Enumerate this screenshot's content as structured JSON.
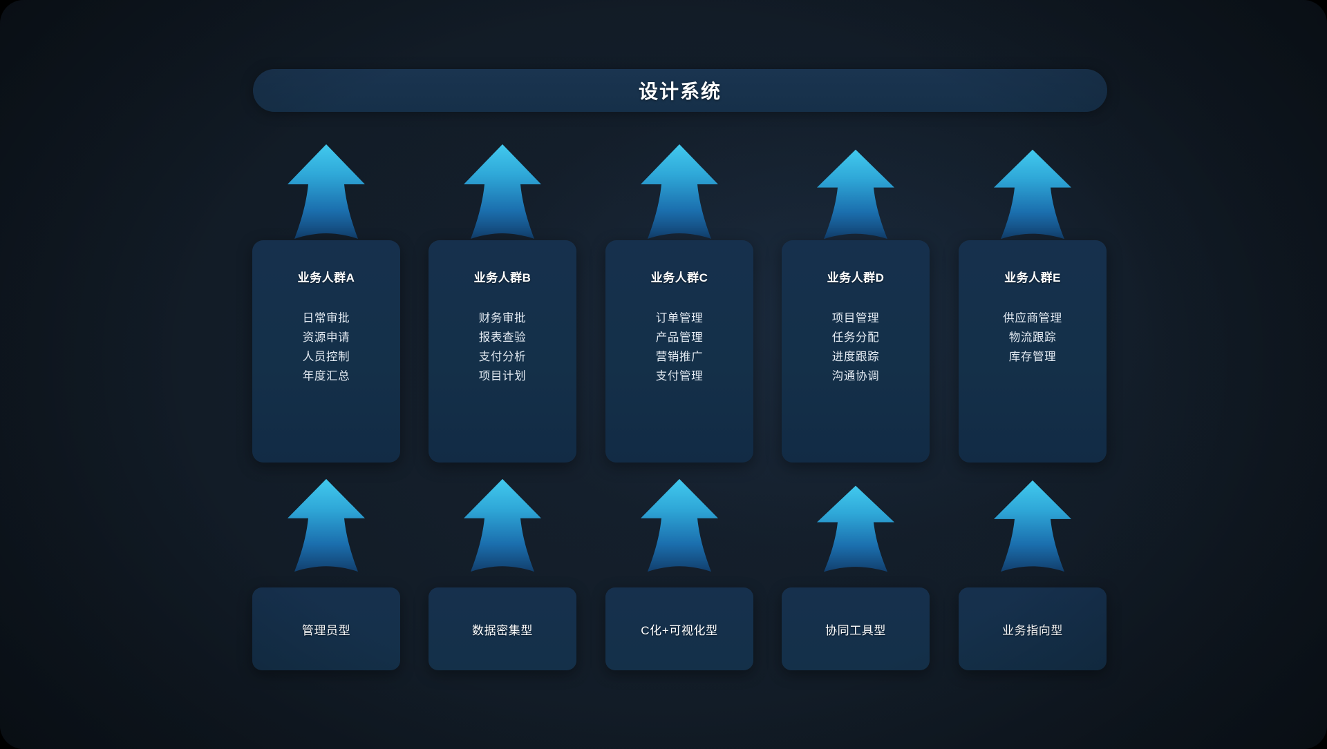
{
  "header": {
    "title": "设计系统"
  },
  "colors": {
    "background": "#121c27",
    "card": "#16304d",
    "title_bar": "#1a3450",
    "arrow_top": "#3fc4ea",
    "arrow_bottom": "#14508c",
    "text_primary": "#ffffff",
    "text_secondary": "#e3eaf2"
  },
  "columns": [
    {
      "arrow_up": "arrow-up-icon",
      "person": {
        "title": "业务人群A",
        "items": [
          "日常审批",
          "资源申请",
          "人员控制",
          "年度汇总"
        ]
      },
      "arrow_low": "arrow-up-icon",
      "type": {
        "label": "管理员型"
      }
    },
    {
      "arrow_up": "arrow-up-icon",
      "person": {
        "title": "业务人群B",
        "items": [
          "财务审批",
          "报表查验",
          "支付分析",
          "项目计划"
        ]
      },
      "arrow_low": "arrow-up-icon",
      "type": {
        "label": "数据密集型"
      }
    },
    {
      "arrow_up": "arrow-up-icon",
      "person": {
        "title": "业务人群C",
        "items": [
          "订单管理",
          "产品管理",
          "营销推广",
          "支付管理"
        ]
      },
      "arrow_low": "arrow-up-icon",
      "type": {
        "label": "C化+可视化型"
      }
    },
    {
      "arrow_up": "arrow-up-icon",
      "person": {
        "title": "业务人群D",
        "items": [
          "项目管理",
          "任务分配",
          "进度跟踪",
          "沟通协调"
        ]
      },
      "arrow_low": "arrow-up-icon",
      "type": {
        "label": "协同工具型"
      }
    },
    {
      "arrow_up": "arrow-up-icon",
      "person": {
        "title": "业务人群E",
        "items": [
          "供应商管理",
          "物流跟踪",
          "库存管理"
        ]
      },
      "arrow_low": "arrow-up-icon",
      "type": {
        "label": "业务指向型"
      }
    }
  ]
}
